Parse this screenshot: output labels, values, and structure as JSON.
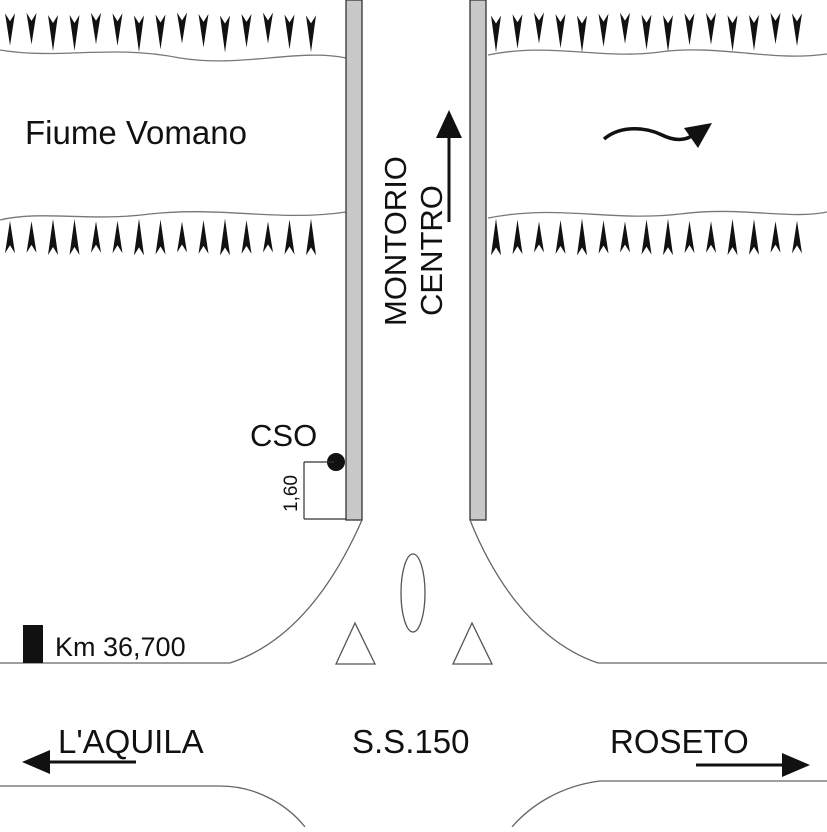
{
  "river": {
    "name": "Fiume Vomano"
  },
  "bridge": {
    "direction_label_line1": "MONTORIO",
    "direction_label_line2": "CENTRO"
  },
  "cso": {
    "label": "CSO",
    "height_value": "1,60"
  },
  "milestone": {
    "label": "Km 36,700"
  },
  "road": {
    "name": "S.S.150",
    "left_destination": "L'AQUILA",
    "right_destination": "ROSETO"
  },
  "colors": {
    "road_edge": "#666666",
    "bridge_fill": "#c8c8c8",
    "ink": "#111111"
  }
}
